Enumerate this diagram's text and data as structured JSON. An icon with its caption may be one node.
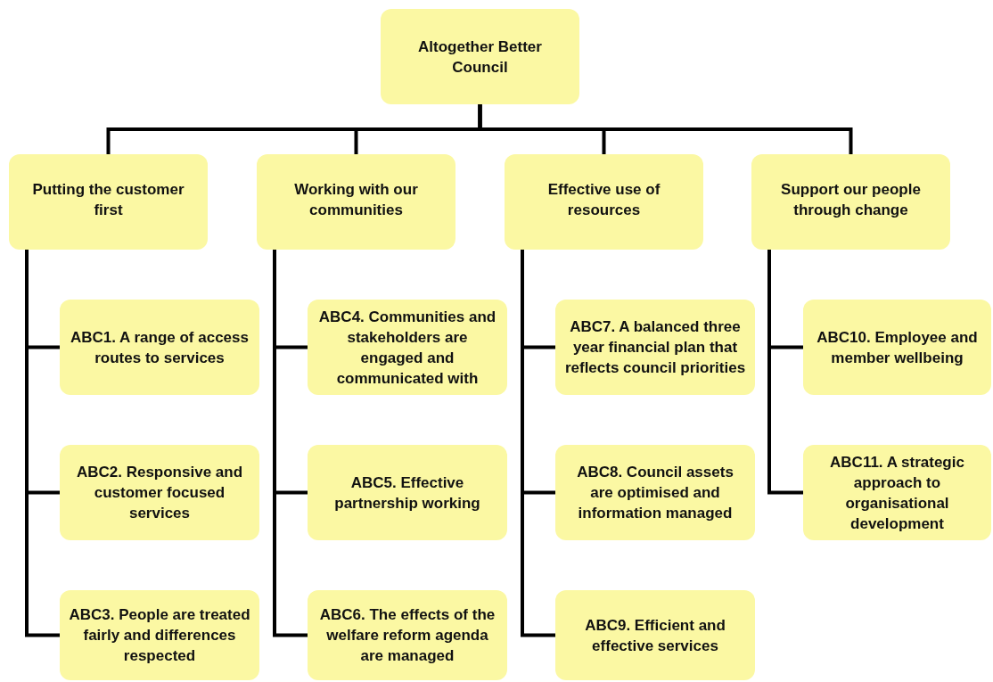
{
  "diagram": {
    "nodes": [
      {
        "text": [
          "Altogether Better Council"
        ]
      },
      {
        "text": [
          "Putting the customer first"
        ]
      },
      {
        "text": [
          "Working with our communities"
        ]
      },
      {
        "text": [
          "Effective use of resources"
        ]
      },
      {
        "text": [
          "Support our people through change"
        ]
      },
      {
        "text": [
          "ABC1. A range of access routes to services"
        ]
      },
      {
        "text": [
          "ABC2. Responsive and customer focused services"
        ]
      },
      {
        "text": [
          "ABC3. People are treated fairly and differences respected"
        ]
      },
      {
        "text": [
          "ABC4. Communities and stakeholders are engaged and communicated with"
        ]
      },
      {
        "text": [
          "ABC5. Effective partnership working"
        ]
      },
      {
        "text": [
          "ABC6. The effects of the welfare reform agenda are managed"
        ]
      },
      {
        "text": [
          "ABC7. A balanced three year financial plan that reflects council priorities"
        ]
      },
      {
        "text": [
          "ABC8. Council assets are optimised and information  managed"
        ]
      },
      {
        "text": [
          "ABC9. Efficient and effective services"
        ]
      },
      {
        "text": [
          "ABC10. Employee and member wellbeing"
        ]
      },
      {
        "text": [
          "ABC11. A strategic approach to organisational development"
        ]
      }
    ],
    "edges": [
      {
        "from": 0,
        "to": 1,
        "arrow": "none"
      },
      {
        "from": 0,
        "to": 2,
        "arrow": "none"
      },
      {
        "from": 0,
        "to": 3,
        "arrow": "none"
      },
      {
        "from": 0,
        "to": 4,
        "arrow": "none"
      },
      {
        "from": 1,
        "to": 5,
        "arrow": "none"
      },
      {
        "from": 1,
        "to": 6,
        "arrow": "none"
      },
      {
        "from": 1,
        "to": 7,
        "arrow": "none"
      },
      {
        "from": 2,
        "to": 8,
        "arrow": "none"
      },
      {
        "from": 2,
        "to": 9,
        "arrow": "none"
      },
      {
        "from": 2,
        "to": 10,
        "arrow": "none"
      },
      {
        "from": 3,
        "to": 11,
        "arrow": "none"
      },
      {
        "from": 3,
        "to": 12,
        "arrow": "none"
      },
      {
        "from": 3,
        "to": 13,
        "arrow": "none"
      },
      {
        "from": 4,
        "to": 14,
        "arrow": "none"
      },
      {
        "from": 4,
        "to": 15,
        "arrow": "none"
      }
    ]
  }
}
